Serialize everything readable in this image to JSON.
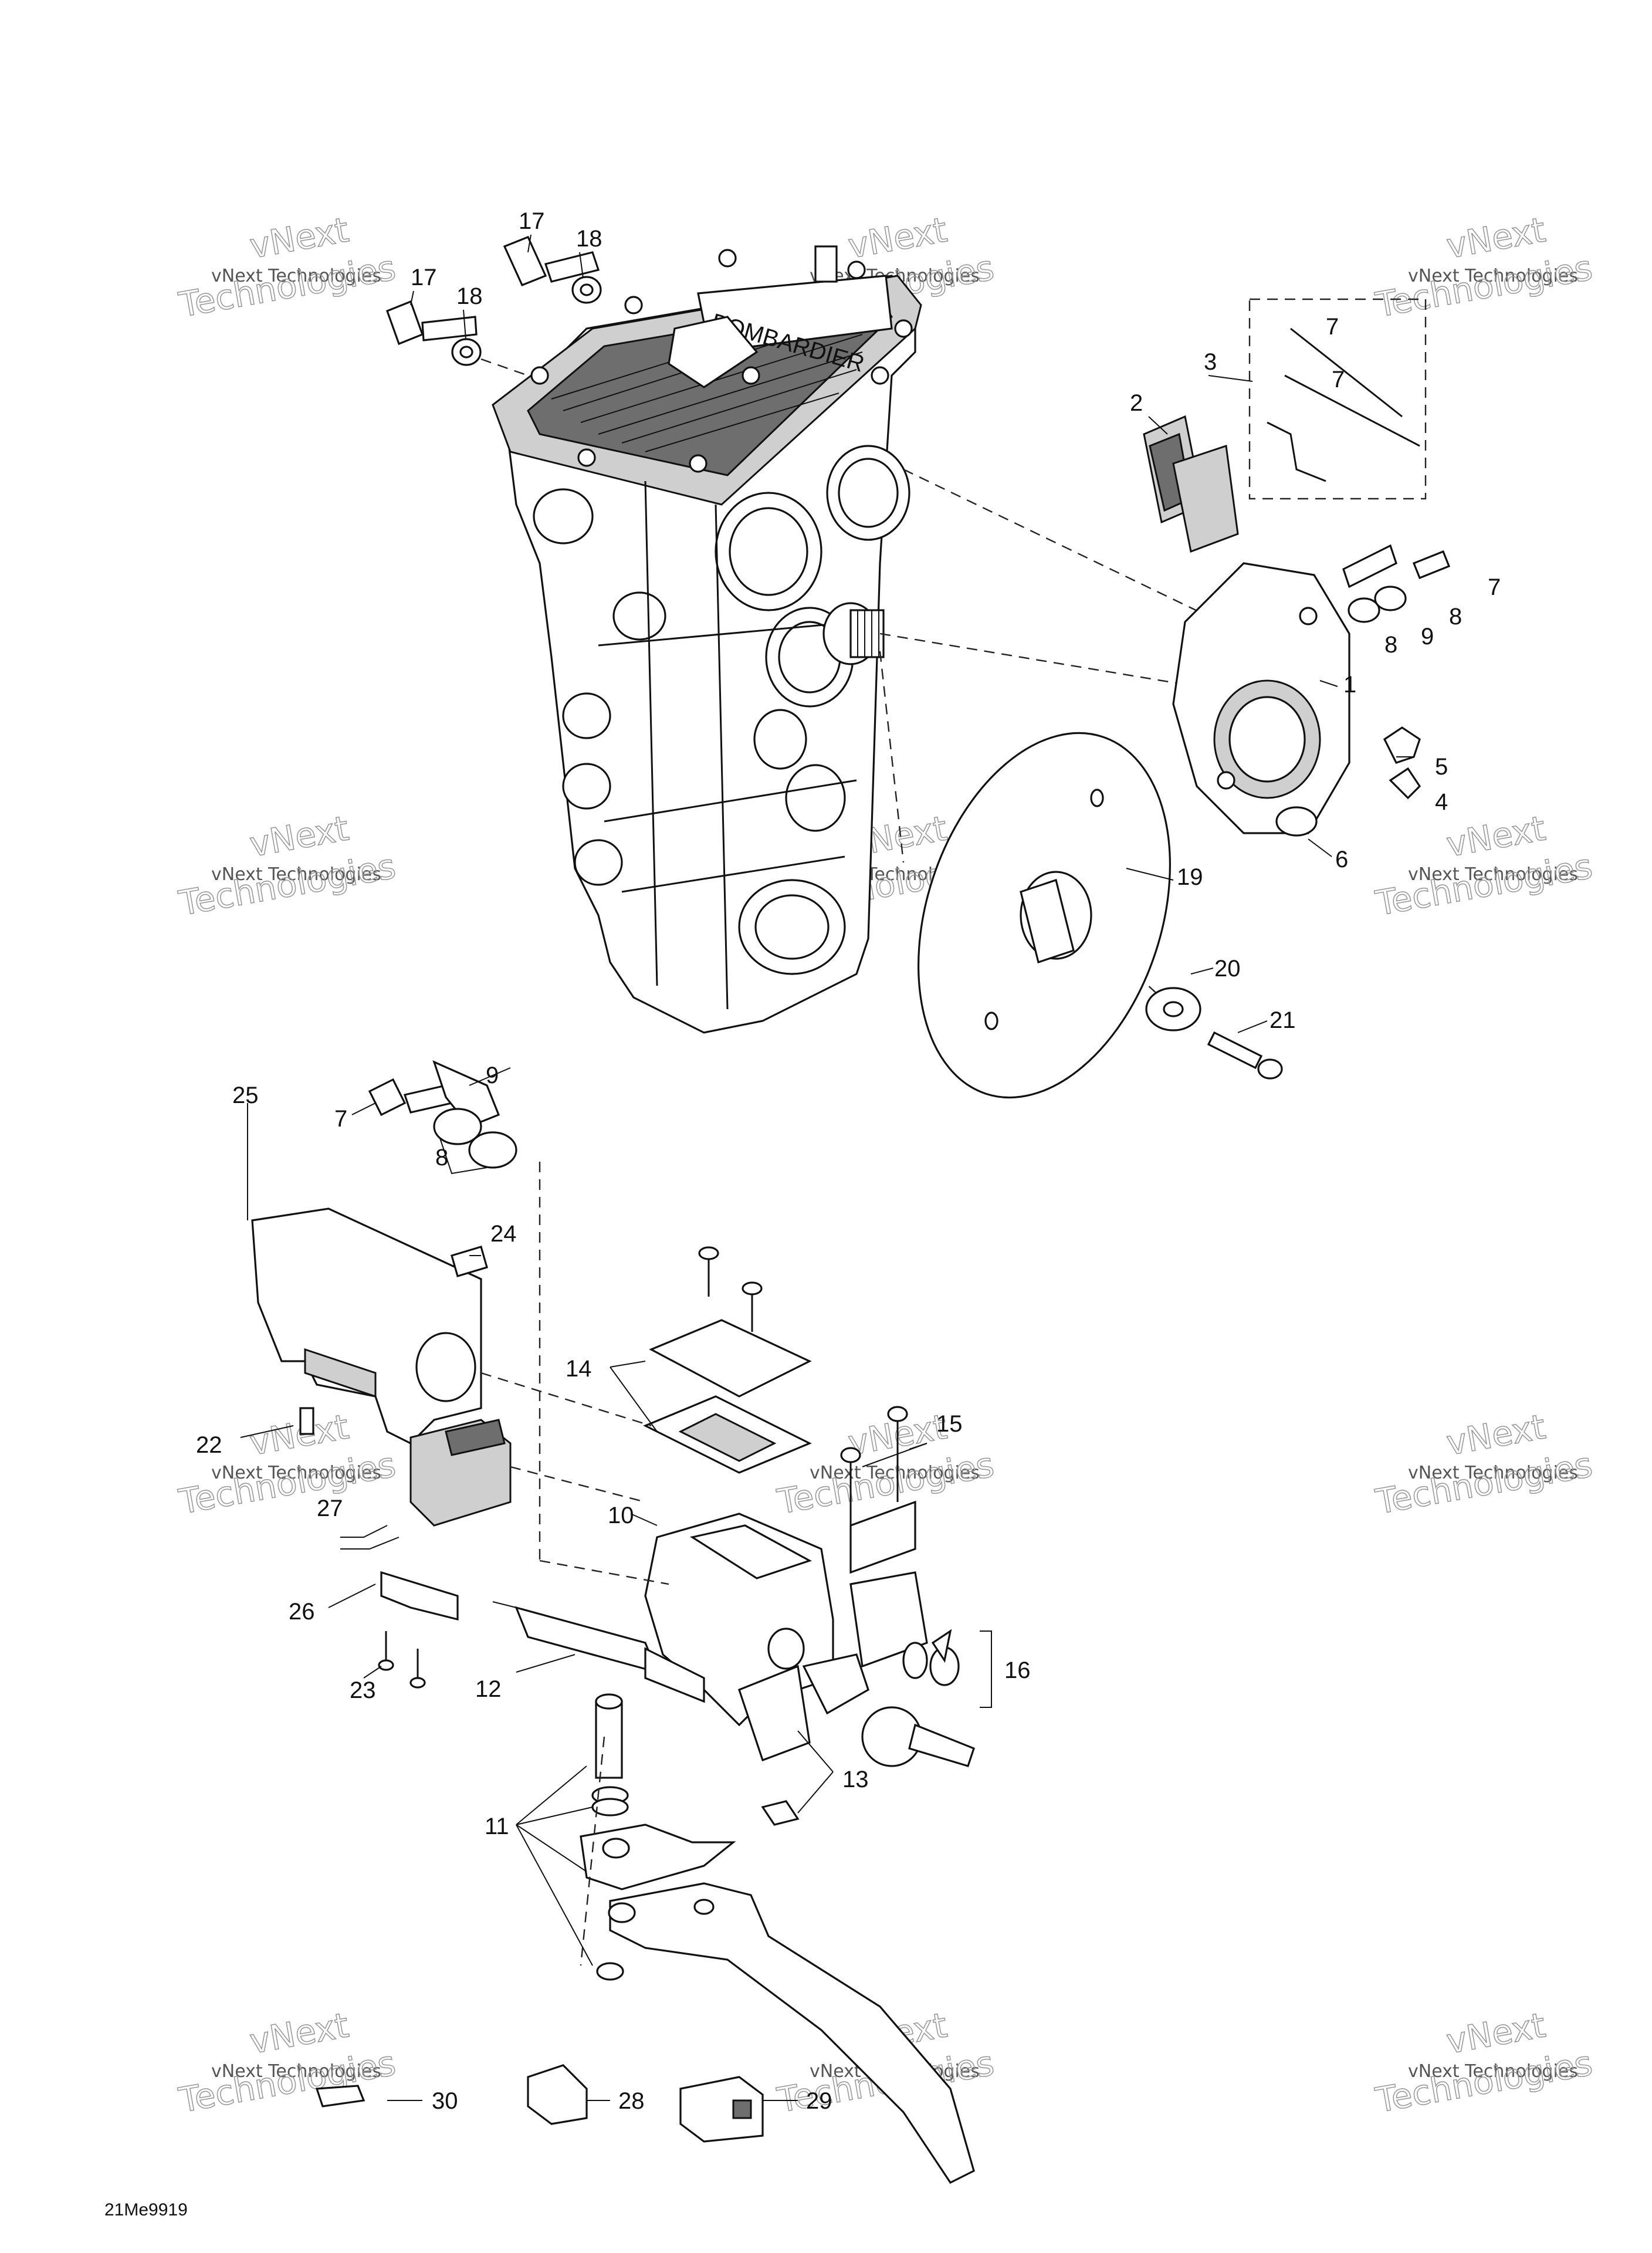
{
  "diagram": {
    "reference_code": "21Me9919",
    "brand_label": "BOMBARDIER",
    "watermark": {
      "line1": "vNext",
      "line2": "vNext Technologies",
      "line3": "Technologies"
    },
    "callouts": [
      {
        "id": "c17a",
        "label": "17"
      },
      {
        "id": "c18a",
        "label": "18"
      },
      {
        "id": "c17b",
        "label": "17"
      },
      {
        "id": "c18b",
        "label": "18"
      },
      {
        "id": "c7a",
        "label": "7"
      },
      {
        "id": "c7b",
        "label": "7"
      },
      {
        "id": "c3",
        "label": "3"
      },
      {
        "id": "c2",
        "label": "2"
      },
      {
        "id": "c7c",
        "label": "7"
      },
      {
        "id": "c8a",
        "label": "8"
      },
      {
        "id": "c9a",
        "label": "9"
      },
      {
        "id": "c8b",
        "label": "8"
      },
      {
        "id": "c1",
        "label": "1"
      },
      {
        "id": "c5",
        "label": "5"
      },
      {
        "id": "c4",
        "label": "4"
      },
      {
        "id": "c6",
        "label": "6"
      },
      {
        "id": "c19",
        "label": "19"
      },
      {
        "id": "c20",
        "label": "20"
      },
      {
        "id": "c21",
        "label": "21"
      },
      {
        "id": "c25",
        "label": "25"
      },
      {
        "id": "c9b",
        "label": "9"
      },
      {
        "id": "c7d",
        "label": "7"
      },
      {
        "id": "c8c",
        "label": "8"
      },
      {
        "id": "c24",
        "label": "24"
      },
      {
        "id": "c14",
        "label": "14"
      },
      {
        "id": "c15",
        "label": "15"
      },
      {
        "id": "c22",
        "label": "22"
      },
      {
        "id": "c27",
        "label": "27"
      },
      {
        "id": "c10",
        "label": "10"
      },
      {
        "id": "c26",
        "label": "26"
      },
      {
        "id": "c16",
        "label": "16"
      },
      {
        "id": "c23",
        "label": "23"
      },
      {
        "id": "c12",
        "label": "12"
      },
      {
        "id": "c13",
        "label": "13"
      },
      {
        "id": "c11",
        "label": "11"
      },
      {
        "id": "c30",
        "label": "30"
      },
      {
        "id": "c28",
        "label": "28"
      },
      {
        "id": "c29",
        "label": "29"
      }
    ]
  }
}
